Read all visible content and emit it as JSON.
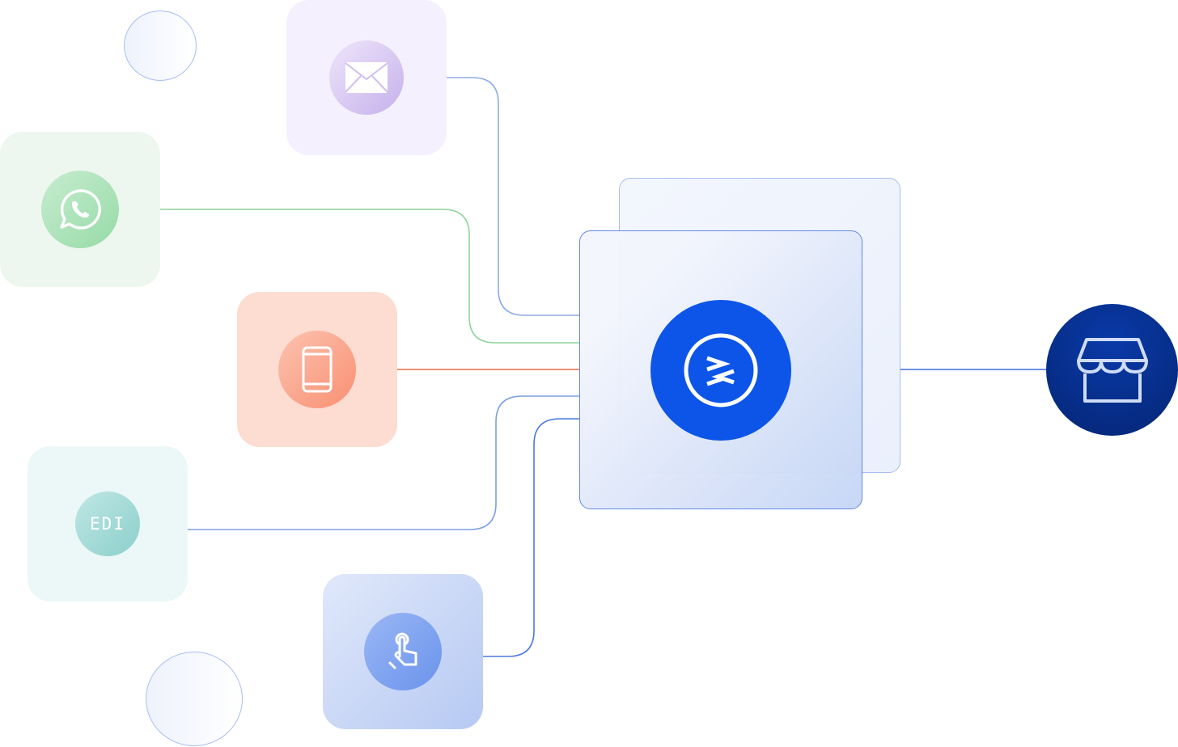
{
  "diagram": {
    "channels": [
      {
        "id": "email",
        "icon": "envelope-icon",
        "tile_color": "#f5f0fd",
        "badge_color": "#d6c6f2",
        "line_color": "#8eaae6"
      },
      {
        "id": "whatsapp",
        "icon": "whatsapp-icon",
        "tile_color": "#eef7ef",
        "badge_color": "#a9e1b4",
        "line_color": "#8ed49b"
      },
      {
        "id": "mobile",
        "icon": "smartphone-icon",
        "tile_color": "#fddcd2",
        "badge_color": "#fa9e84",
        "line_color": "#ee6a4c"
      },
      {
        "id": "edi",
        "icon": "edi-icon",
        "label": "EDI",
        "tile_color": "#ebf8f7",
        "badge_color": "#9fd8d5",
        "line_color": "#7d9fe4"
      },
      {
        "id": "touch",
        "icon": "tap-hand-icon",
        "tile_color": "#d0dbf6",
        "badge_color": "#7ea1ef",
        "line_color": "#4a78de"
      }
    ],
    "hub": {
      "icon": "hub-logo-icon",
      "badge_color": "#0650e8"
    },
    "destination": {
      "icon": "storefront-icon",
      "badge_color": "#062d8a"
    }
  }
}
